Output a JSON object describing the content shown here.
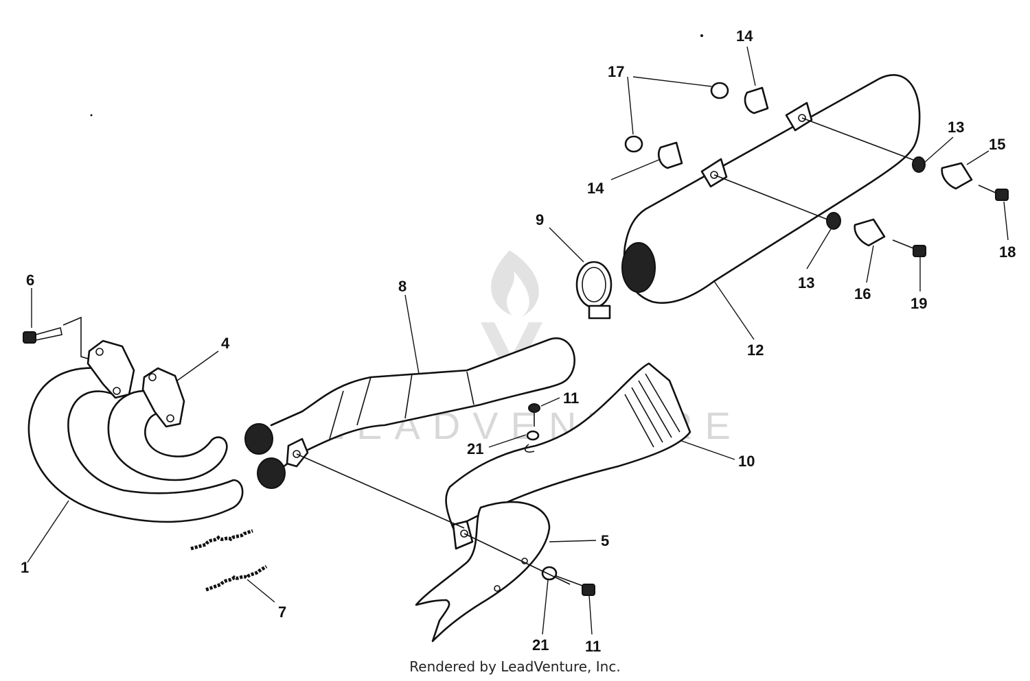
{
  "watermark": "LEADVENTURE",
  "footer": "Rendered by LeadVenture, Inc.",
  "callouts": {
    "c1": "1",
    "c4": "4",
    "c5": "5",
    "c6": "6",
    "c7": "7",
    "c8": "8",
    "c9": "9",
    "c10": "10",
    "c11a": "11",
    "c11b": "11",
    "c12": "12",
    "c13a": "13",
    "c13b": "13",
    "c14a": "14",
    "c14b": "14",
    "c15": "15",
    "c16": "16",
    "c17": "17",
    "c18": "18",
    "c19": "19",
    "c21a": "21",
    "c21b": "21"
  }
}
